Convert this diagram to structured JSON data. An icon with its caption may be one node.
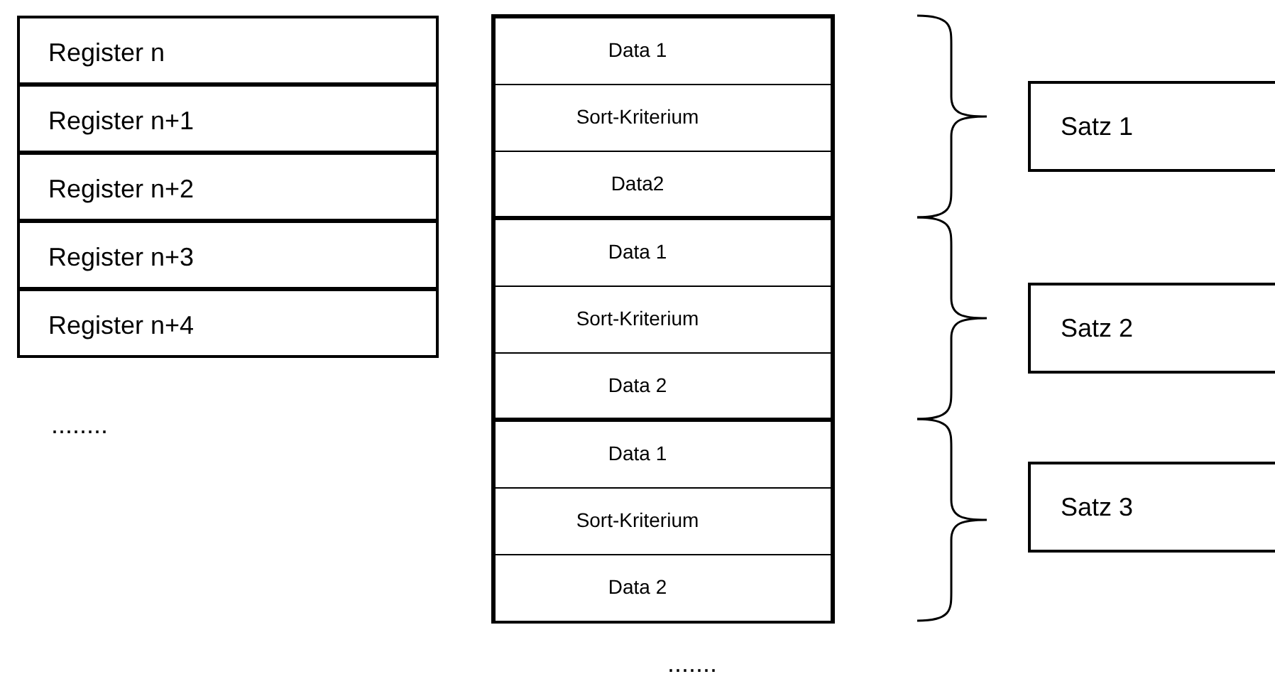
{
  "diagram": {
    "nodes": [
      {
        "text": [
          "Register n"
        ]
      },
      {
        "text": [
          "Register n+1"
        ]
      },
      {
        "text": [
          "Register n+2"
        ]
      },
      {
        "text": [
          "Register n+3"
        ]
      },
      {
        "text": [
          "Register n+4"
        ]
      },
      {
        "text": [],
        "shape": "box"
      },
      {
        "text": [
          "Data 1"
        ],
        "in": 5
      },
      {
        "text": [
          "Sort-Kriterium"
        ],
        "in": 5
      },
      {
        "text": [
          "Data2"
        ],
        "in": 5
      },
      {
        "text": [],
        "shape": "box"
      },
      {
        "text": [
          "Data 1"
        ],
        "in": 9
      },
      {
        "text": [
          "Sort-Kriterium"
        ],
        "in": 9
      },
      {
        "text": [
          "Data 2"
        ],
        "in": 9
      },
      {
        "text": [],
        "shape": "box"
      },
      {
        "text": [
          "Data 1"
        ],
        "in": 13
      },
      {
        "text": [
          "Sort-Kriterium"
        ],
        "in": 13
      },
      {
        "text": [
          "Data 2"
        ],
        "in": 13
      },
      {
        "text": [
          "Satz 1"
        ]
      },
      {
        "text": [
          "Satz 2"
        ]
      },
      {
        "text": [
          "Satz 3"
        ]
      }
    ],
    "labels": [
      "........",
      "......."
    ]
  }
}
